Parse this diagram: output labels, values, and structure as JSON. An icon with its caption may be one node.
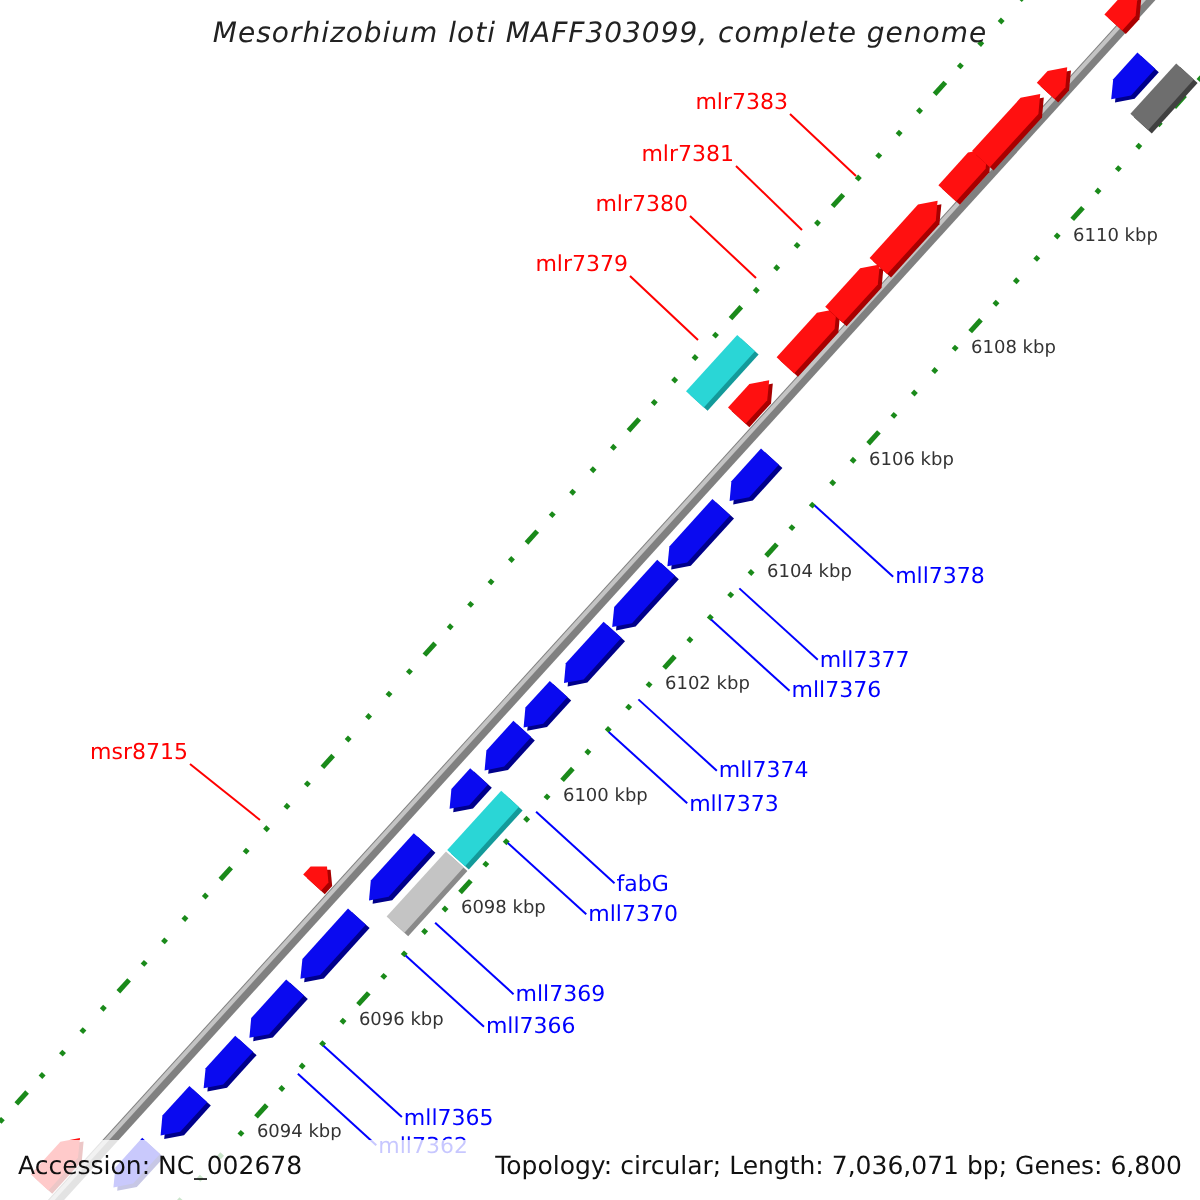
{
  "diagram": {
    "title": "Mesorhizobium loti MAFF303099, complete genome",
    "nodes": [
      {
        "text": [
          "mlr7383"
        ]
      },
      {
        "text": [
          "mlr7381"
        ]
      },
      {
        "text": [
          "mlr7380"
        ]
      },
      {
        "text": [
          "mlr7379"
        ]
      },
      {
        "text": [
          "mll7378"
        ]
      },
      {
        "text": [
          "mll7377"
        ]
      },
      {
        "text": [
          "mll7376"
        ]
      },
      {
        "text": [
          "mll7374"
        ]
      },
      {
        "text": [
          "msr8715"
        ]
      },
      {
        "text": [
          "mll7373"
        ]
      },
      {
        "text": [
          "fabG"
        ]
      },
      {
        "text": [
          "mll7370"
        ]
      },
      {
        "text": [
          "mll7369"
        ]
      },
      {
        "text": [
          "mll7366"
        ]
      },
      {
        "text": [
          "mll7365"
        ]
      },
      {
        "text": [
          "mll7362"
        ]
      }
    ],
    "edges": [
      {
        "from": 0,
        "to": null,
        "arrow": "none",
        "color": "#ff0000"
      },
      {
        "from": 1,
        "to": null,
        "arrow": "none",
        "color": "#ff0000"
      },
      {
        "from": 2,
        "to": null,
        "arrow": "none",
        "color": "#ff0000"
      },
      {
        "from": 3,
        "to": null,
        "arrow": "none",
        "color": "#ff0000"
      },
      {
        "from": 4,
        "to": null,
        "arrow": "none"
      },
      {
        "from": 5,
        "to": null,
        "arrow": "none"
      },
      {
        "from": 6,
        "to": null,
        "arrow": "none"
      },
      {
        "from": 7,
        "to": null,
        "arrow": "none"
      },
      {
        "from": 8,
        "to": null,
        "arrow": "none",
        "color": "#ff0000"
      },
      {
        "from": 9,
        "to": null,
        "arrow": "none"
      },
      {
        "from": 10,
        "to": null,
        "arrow": "none"
      },
      {
        "from": 11,
        "to": null,
        "arrow": "none"
      },
      {
        "from": 12,
        "to": null,
        "arrow": "none"
      },
      {
        "from": 13,
        "to": null,
        "arrow": "none"
      },
      {
        "from": 14,
        "to": null,
        "arrow": "none"
      },
      {
        "from": 15,
        "to": null,
        "arrow": "none"
      }
    ],
    "labels": [
      "6110 kbp",
      "6108 kbp",
      "6106 kbp",
      "6104 kbp",
      "6102 kbp",
      "6100 kbp",
      "6098 kbp",
      "6096 kbp",
      "6094 kbp",
      "Accession: NC_002678",
      "Topology: circular; Length: 7,036,071 bp; Genes: 6,800"
    ]
  }
}
